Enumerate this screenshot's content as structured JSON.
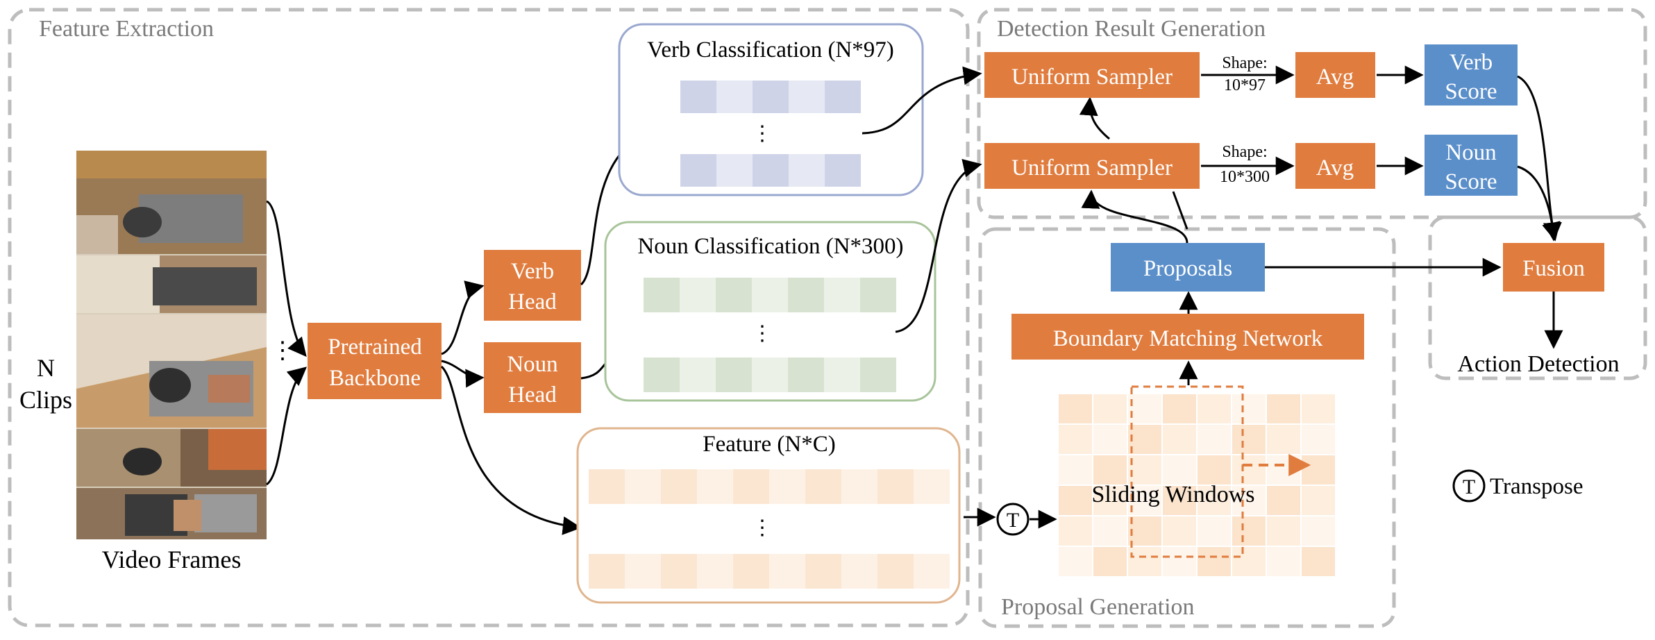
{
  "sections": {
    "feature_extraction": "Feature Extraction",
    "detection_result_generation": "Detection Result Generation",
    "proposal_generation": "Proposal Generation"
  },
  "inputs": {
    "clips_line1": "N",
    "clips_line2": "Clips",
    "video_frames": "Video Frames",
    "ellipsis": "⋮"
  },
  "nodes": {
    "backbone_line1": "Pretrained",
    "backbone_line2": "Backbone",
    "verb_head_line1": "Verb",
    "verb_head_line2": "Head",
    "noun_head_line1": "Noun",
    "noun_head_line2": "Head",
    "uniform_sampler": "Uniform Sampler",
    "avg": "Avg",
    "verb_score_line1": "Verb",
    "verb_score_line2": "Score",
    "noun_score_line1": "Noun",
    "noun_score_line2": "Score",
    "proposals": "Proposals",
    "boundary_matching_network": "Boundary Matching Network",
    "fusion": "Fusion",
    "action_detection": "Action Detection"
  },
  "panels": {
    "verb_classification": "Verb Classification (N*97)",
    "noun_classification": "Noun Classification (N*300)",
    "feature": "Feature (N*C)",
    "sliding_windows": "Sliding Windows"
  },
  "shapes": {
    "shape_label": "Shape:",
    "verb_shape": "10*97",
    "noun_shape": "10*300"
  },
  "legend": {
    "transpose_symbol": "T",
    "transpose_label": "Transpose"
  },
  "colors": {
    "orange_node": "#e07c3e",
    "blue_node": "#5b8fca",
    "dashed_border": "#bdbdbd",
    "verb_panel_border": "#9aa8d0",
    "noun_panel_border": "#a8c49a",
    "feature_panel_border": "#e0b58e"
  }
}
